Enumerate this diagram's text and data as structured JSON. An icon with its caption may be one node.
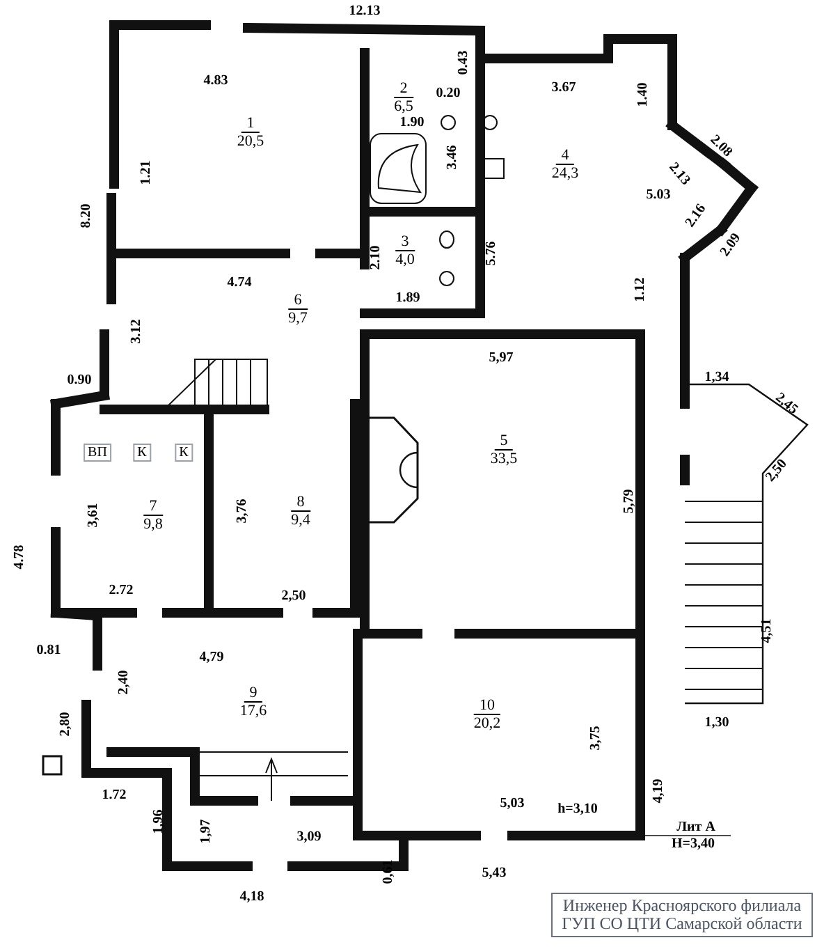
{
  "diagram": {
    "nodes": [
      {
        "text": [
          "1",
          "20,5"
        ]
      },
      {
        "text": [
          "2",
          "6,5"
        ]
      },
      {
        "text": [
          "3",
          "4,0"
        ]
      },
      {
        "text": [
          "4",
          "24,3"
        ]
      },
      {
        "text": [
          "6",
          "9,7"
        ]
      },
      {
        "text": [
          "5",
          "33,5"
        ]
      },
      {
        "text": [
          "7",
          "9,8"
        ]
      },
      {
        "text": [
          "8",
          "9,4"
        ]
      },
      {
        "text": [
          "9",
          "17,6"
        ]
      },
      {
        "text": [
          "10",
          "20,2"
        ]
      }
    ],
    "labels": [
      "12.13",
      "0.43",
      "4.83",
      "3.67",
      "0.20",
      "1.40",
      "1.90",
      "2.08",
      "3.46",
      "1.21",
      "2.13",
      "5.03",
      "2.16",
      "8.20",
      "2.09",
      "2.10",
      "5.76",
      "1.12",
      "4.74",
      "1.89",
      "3.12",
      "5,97",
      "1,34",
      "0.90",
      "2,45",
      "ВП",
      "К",
      "К",
      "2,50",
      "3,76",
      "3,61",
      "5,79",
      "4.78",
      "2.72",
      "2,50",
      "4,51",
      "0.81",
      "4,79",
      "2,40",
      "1,30",
      "2,80",
      "3,75",
      "1.72",
      "4,19",
      "5,03",
      "h=3,10",
      "1,96",
      "1,97",
      "3,09",
      "Лит А",
      "Н=3,40",
      "0,61",
      "5,43",
      "4,18",
      "Инженер Красноярского филиала ГУП СО ЦТИ Самарской области"
    ]
  }
}
